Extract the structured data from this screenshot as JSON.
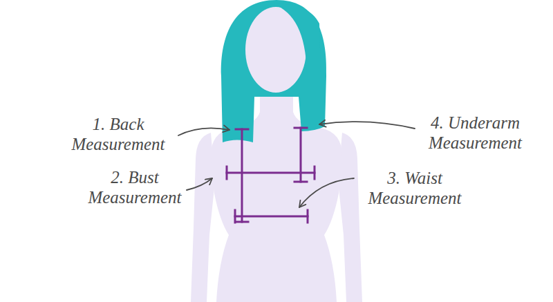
{
  "diagram": {
    "labels": [
      "1. Back Measurement",
      "2. Bust Measurement",
      "3. Waist Measurement",
      "4. Underarm Measurement"
    ]
  }
}
